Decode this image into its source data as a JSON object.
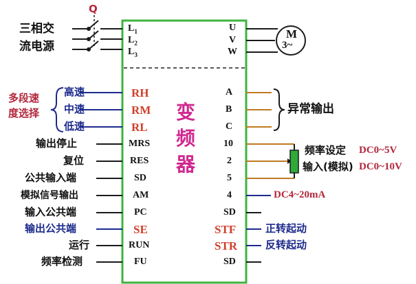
{
  "supply": {
    "line1": "三相交",
    "line2": "流电源",
    "switch_label": "Q"
  },
  "motor": {
    "symbol": "M",
    "phase": "3~"
  },
  "inverter": {
    "title_chars": [
      "变",
      "频",
      "器"
    ],
    "input_pins": {
      "L1": "L",
      "L1_sub": "1",
      "L2": "L",
      "L2_sub": "2",
      "L3": "L",
      "L3_sub": "3"
    },
    "output_pins": {
      "U": "U",
      "V": "V",
      "W": "W"
    },
    "left_pins": {
      "RH": "RH",
      "RM": "RM",
      "RL": "RL",
      "MRS": "MRS",
      "RES": "RES",
      "SD": "SD",
      "AM": "AM",
      "PC": "PC",
      "SE": "SE",
      "RUN": "RUN",
      "FU": "FU"
    },
    "right_pins": {
      "A": "A",
      "B": "B",
      "C": "C",
      "p10": "10",
      "p2": "2",
      "p5": "5",
      "p4": "4",
      "SD1": "SD",
      "STF": "STF",
      "STR": "STR",
      "SD2": "SD"
    }
  },
  "left_labels": {
    "multi_speed_1": "多段速",
    "multi_speed_2": "度选择",
    "high": "高速",
    "mid": "中速",
    "low": "低速",
    "output_stop": "输出停止",
    "reset": "复位",
    "common_input": "公共输入端",
    "analog_output": "模拟信号输出",
    "input_common": "输入公共端",
    "output_common": "输出公共端",
    "run": "运行",
    "freq_detect": "频率检测"
  },
  "right_labels": {
    "abnormal_output": "异常输出",
    "freq_set": "频率设定",
    "input_analog": "输入(模拟)",
    "dc_0_5": "DC0~5V",
    "dc_0_10": "DC0~10V",
    "dc_4_20": "DC4~20mA",
    "forward": "正转起动",
    "reverse": "反转起动"
  },
  "colors": {
    "box_border": "#3fb33f",
    "wire_dark": "#1a1a1a",
    "wire_blue": "#1c2a8c",
    "wire_orange": "#c07a20",
    "potentiometer_fill": "#2faa3a",
    "accent_red": "#d0402a",
    "title_magenta": "#d0288f"
  }
}
